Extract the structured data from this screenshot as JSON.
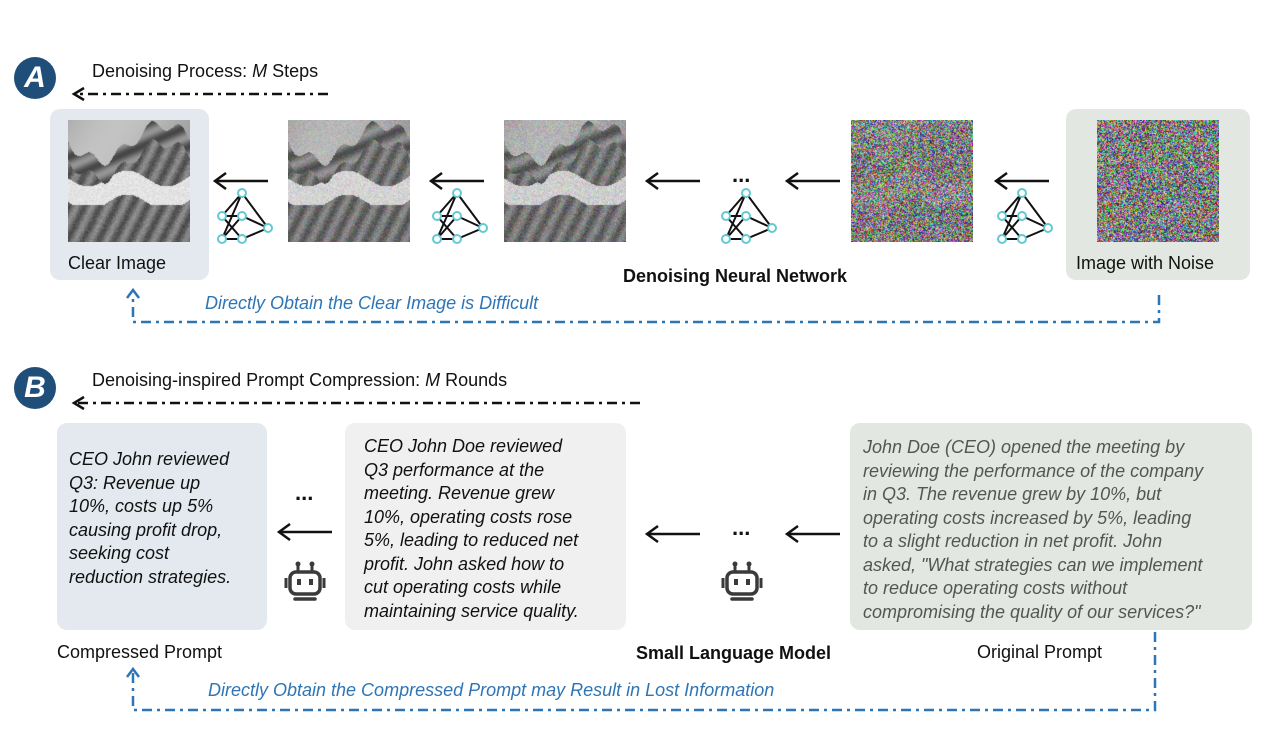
{
  "panel_a": {
    "badge": "A",
    "process_prefix": "Denoising Process: ",
    "process_var": "M",
    "process_suffix": " Steps",
    "clear_label": "Clear Image",
    "noise_label": "Image with Noise",
    "network_label": "Denoising Neural Network",
    "ellipsis": "...",
    "difficulty_note": "Directly Obtain the Clear Image is Difficult"
  },
  "panel_b": {
    "badge": "B",
    "process_prefix": "Denoising-inspired Prompt Compression: ",
    "process_var": "M",
    "process_suffix": " Rounds",
    "compressed_text": "CEO John reviewed\nQ3: Revenue up\n10%, costs up 5%\ncausing profit drop,\nseeking cost\nreduction strategies.",
    "middle_text": "CEO John Doe reviewed\nQ3 performance at the\nmeeting. Revenue grew\n10%, operating costs rose\n5%, leading to reduced net\nprofit. John asked how to\ncut operating costs while\nmaintaining service quality.",
    "original_text": "John Doe (CEO) opened the meeting by\nreviewing the performance of the company\nin Q3. The revenue grew by 10%, but\noperating costs increased by 5%, leading\nto a slight reduction in net profit. John\nasked, \"What strategies can we implement\nto reduce operating costs without\ncompromising the quality of our services?\"",
    "compressed_label": "Compressed Prompt",
    "original_label": "Original Prompt",
    "model_label": "Small Language Model",
    "ellipsis": "...",
    "lost_note": "Directly Obtain the Compressed Prompt may Result in Lost Information"
  },
  "icons": [
    "neural-network-icon",
    "robot-icon",
    "arrow-left-icon"
  ],
  "colors": {
    "badge": "#1f4e79",
    "note_blue": "#2e75b6",
    "node_cyan": "#62c9d4",
    "clear_box": "#e3e9ee",
    "noise_box": "#e2e8e1",
    "middle_box": "#f0f0f0"
  }
}
